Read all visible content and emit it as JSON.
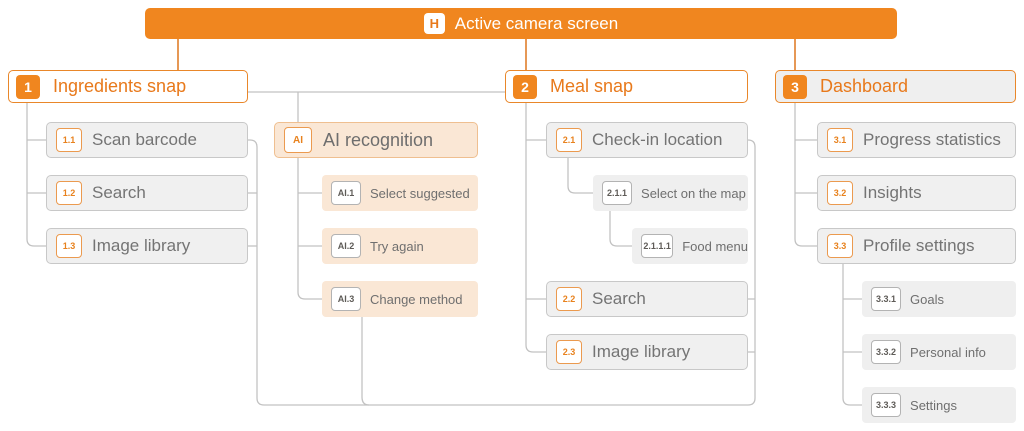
{
  "header": {
    "badge": "H",
    "title": "Active camera screen"
  },
  "tree": {
    "branches": [
      {
        "badge": "1",
        "label": "Ingredients snap",
        "children": [
          {
            "badge": "1.1",
            "label": "Scan barcode"
          },
          {
            "badge": "1.2",
            "label": "Search"
          },
          {
            "badge": "1.3",
            "label": "Image library"
          }
        ]
      },
      {
        "badge": "AI",
        "label": "AI recognition",
        "children": [
          {
            "badge": "AI.1",
            "label": "Select suggested"
          },
          {
            "badge": "AI.2",
            "label": "Try again"
          },
          {
            "badge": "AI.3",
            "label": "Change method"
          }
        ]
      },
      {
        "badge": "2",
        "label": "Meal snap",
        "children": [
          {
            "badge": "2.1",
            "label": "Check-in location"
          },
          {
            "badge": "2.1.1",
            "label": "Select on the map"
          },
          {
            "badge": "2.1.1.1",
            "label": "Food menu"
          },
          {
            "badge": "2.2",
            "label": "Search"
          },
          {
            "badge": "2.3",
            "label": "Image library"
          }
        ]
      },
      {
        "badge": "3",
        "label": "Dashboard",
        "children": [
          {
            "badge": "3.1",
            "label": "Progress statistics"
          },
          {
            "badge": "3.2",
            "label": "Insights"
          },
          {
            "badge": "3.3",
            "label": "Profile settings"
          },
          {
            "badge": "3.3.1",
            "label": "Goals"
          },
          {
            "badge": "3.3.2",
            "label": "Personal info"
          },
          {
            "badge": "3.3.3",
            "label": "Settings"
          }
        ]
      }
    ]
  },
  "colors": {
    "accent_orange": "#F0861F",
    "orange_text": "#E8791B",
    "peach_fill": "#FAE7D5",
    "gray_fill": "#F0F0F0",
    "gray_border": "#C8C8C8",
    "line_gray": "#C2C2C2",
    "label_gray": "#747474"
  }
}
